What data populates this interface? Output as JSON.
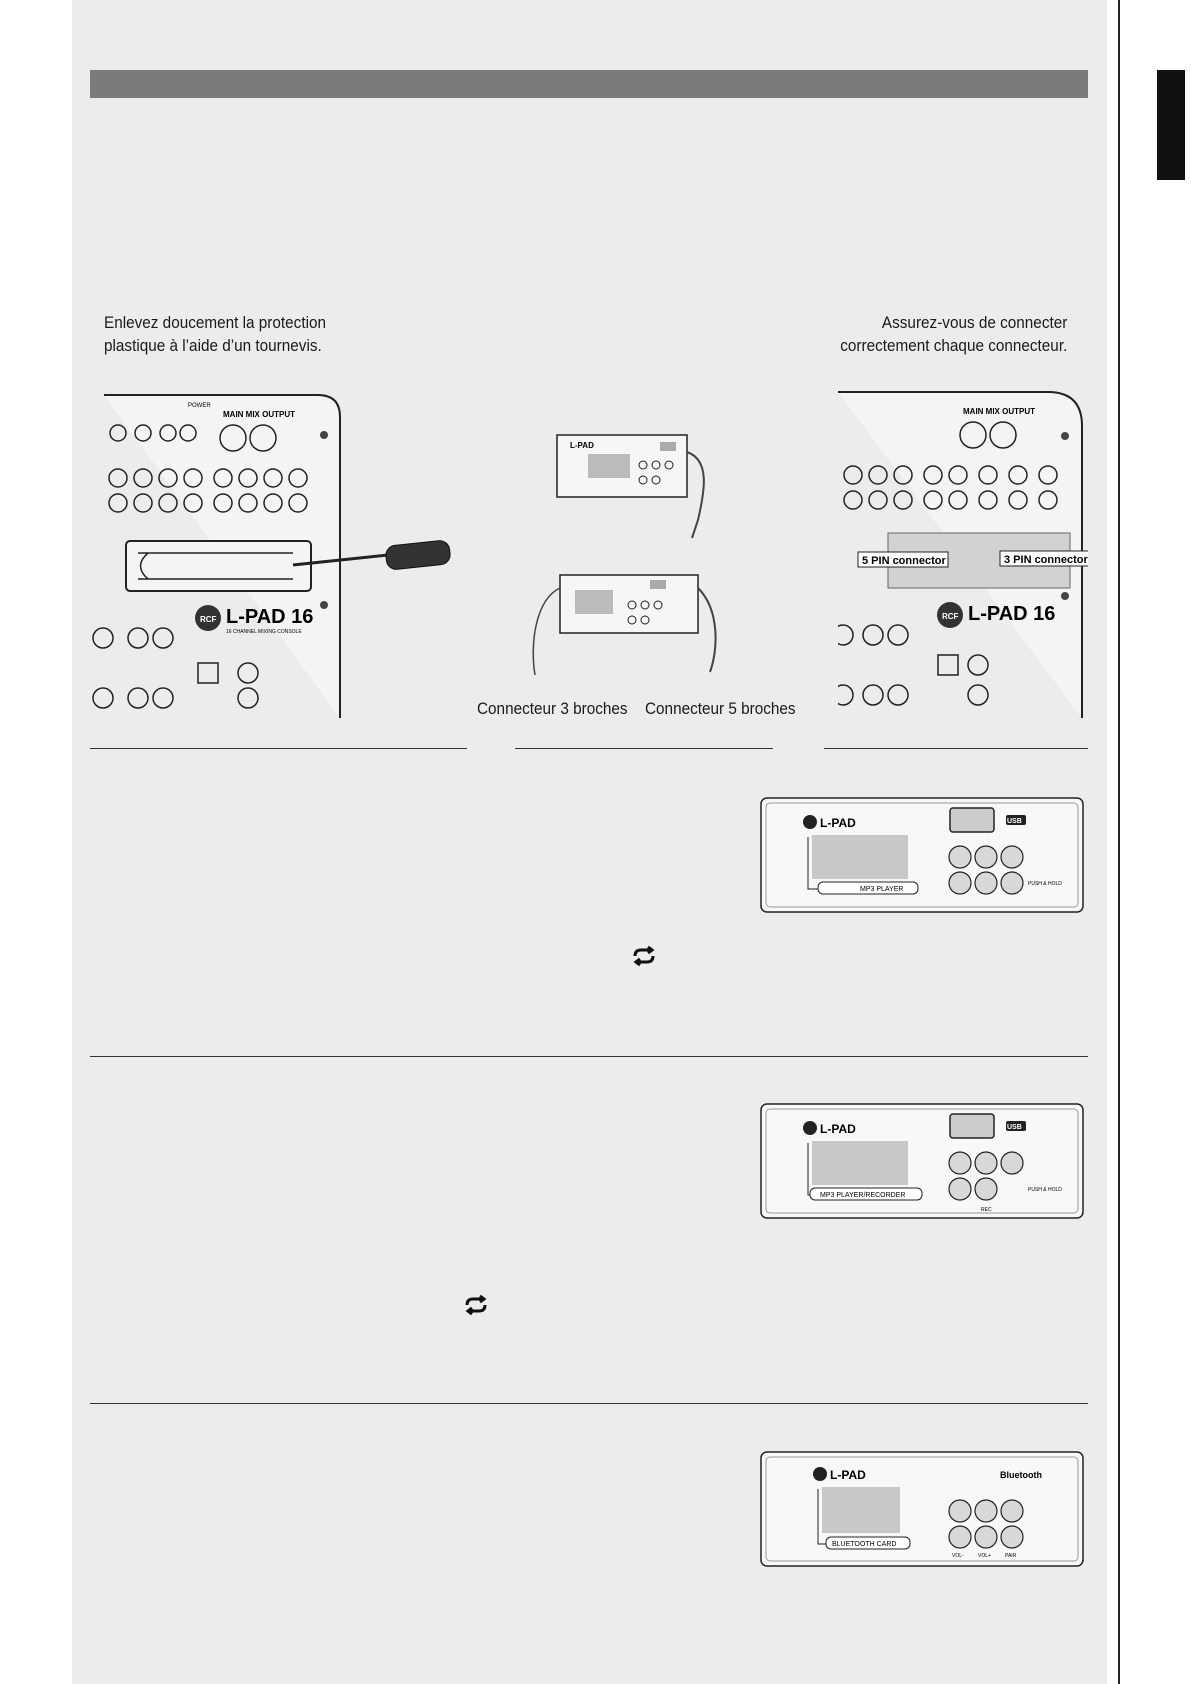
{
  "captions": {
    "remove_line1": "Enlevez doucement la protection",
    "remove_line2": "plastique à l’aide d’un tournevis.",
    "connect_line1": "Assurez-vous de connecter",
    "connect_line2": "correctement chaque connecteur."
  },
  "connectors": {
    "three_pin": "Connecteur 3 broches",
    "five_pin": "Connecteur 5 broches"
  },
  "diagram_labels": {
    "five_pin_connector": "5 PIN connector",
    "three_pin_connector": "3 PIN connector",
    "main_mix_output": "MAIN MIX OUTPUT",
    "power": "POWER",
    "console_model": "L-PAD 16",
    "console_subtitle": "16 CHANNEL MIXING CONSOLE",
    "brand": "RCF"
  },
  "cards": {
    "mp3_player": {
      "brand": "L-PAD",
      "usb": "USB",
      "name": "MP3 PLAYER",
      "hold": "PUSH & HOLD"
    },
    "mp3_recorder": {
      "brand": "L-PAD",
      "usb": "USB",
      "name": "MP3 PLAYER/RECORDER",
      "hold": "PUSH & HOLD",
      "rec": "REC"
    },
    "bluetooth": {
      "brand": "L-PAD",
      "bt": "Bluetooth",
      "name": "BLUETOOTH CARD",
      "vol_minus": "VOL-",
      "vol_plus": "VOL+",
      "pair": "PAIR"
    }
  }
}
